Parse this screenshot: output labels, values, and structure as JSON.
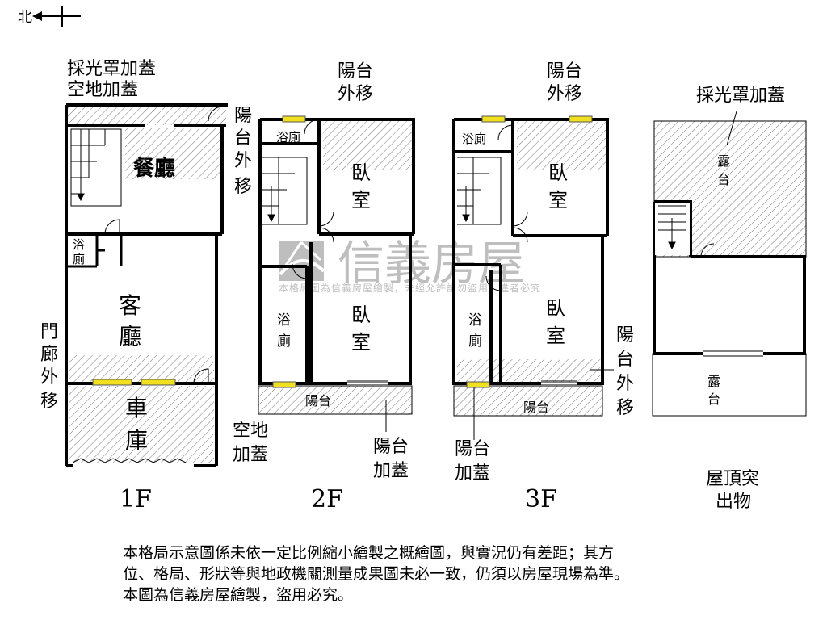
{
  "compass": {
    "label": "北"
  },
  "floors": {
    "f1": {
      "name": "1F",
      "skylight": "採光罩加蓋",
      "vacant": "空地加蓋",
      "dining": "餐廳",
      "bath1": "浴",
      "bath2": "廁",
      "living1": "客",
      "living2": "廳",
      "garage1": "車",
      "garage2": "庫",
      "balcony_move": [
        "陽",
        "台",
        "外",
        "移"
      ],
      "porch_move": [
        "門",
        "廊",
        "外",
        "移"
      ],
      "vacant_add": [
        "空地",
        "加蓋"
      ]
    },
    "f2": {
      "name": "2F",
      "balcony_move": [
        "陽台",
        "外移"
      ],
      "bath_top": "浴廁",
      "bed1": [
        "臥",
        "室"
      ],
      "bed2": [
        "臥",
        "室"
      ],
      "bath": [
        "浴",
        "廁"
      ],
      "balcony": "陽台",
      "balcony_add": [
        "陽台",
        "加蓋"
      ]
    },
    "f3": {
      "name": "3F",
      "balcony_move": [
        "陽台",
        "外移"
      ],
      "bath_top": "浴廁",
      "bed1": [
        "臥",
        "室"
      ],
      "bed2": [
        "臥",
        "室"
      ],
      "bath": [
        "浴",
        "廁"
      ],
      "balcony": "陽台",
      "balcony_add": [
        "陽台",
        "加蓋"
      ],
      "side_move": [
        "陽",
        "台",
        "外",
        "移"
      ]
    },
    "roof": {
      "name": [
        "屋頂突",
        "出物"
      ],
      "skylight": "採光罩加蓋",
      "terrace1": [
        "露",
        "台"
      ],
      "terrace2": [
        "露",
        "台"
      ]
    }
  },
  "watermark": {
    "brand": "信義房屋",
    "notice": "本格局圖為信義房屋繪製，未經允許請勿盜用，違者必究"
  },
  "disclaimer": [
    "本格局示意圖係未依一定比例縮小繪製之概繪圖，與實況仍有差距；其方",
    "位、格局、形狀等與地政機關測量成果圖未必一致，仍須以房屋現場為準。",
    "本圖為信義房屋繪製，盜用必究。"
  ],
  "colors": {
    "window": "#f0e020",
    "watermark": "#9a9a9a",
    "wall": "#000000"
  }
}
